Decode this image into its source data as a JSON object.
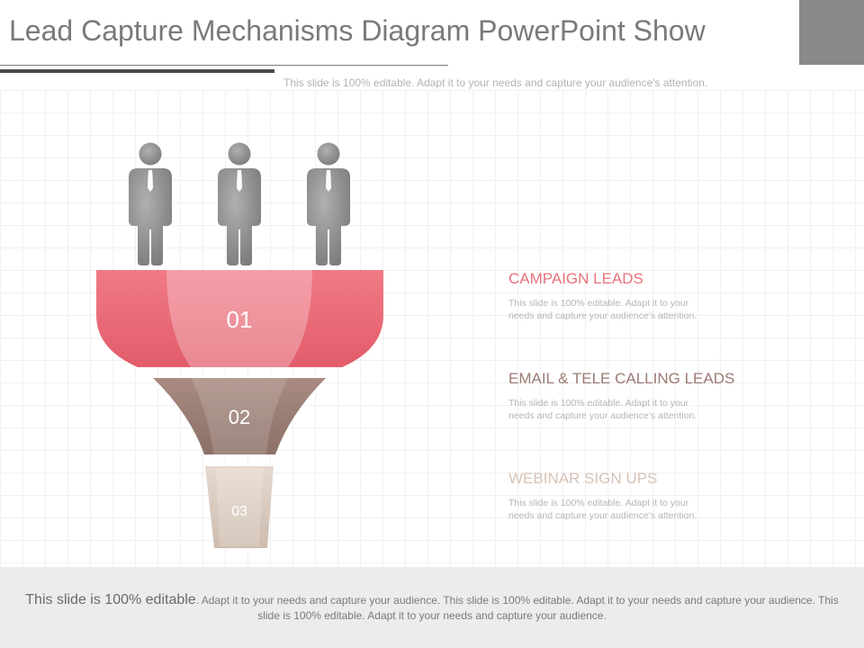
{
  "slide": {
    "title": "Lead Capture Mechanisms Diagram PowerPoint Show",
    "subtitle": "This slide is 100% editable. Adapt it to your needs and capture your audience's attention."
  },
  "colors": {
    "stage1": "#ea6b78",
    "stage2": "#9a7e74",
    "stage3": "#d8c8bc",
    "person": "#8c8c8c"
  },
  "icons": [
    "person-icon",
    "person-icon",
    "person-icon"
  ],
  "funnel": {
    "stages": [
      {
        "number": "01",
        "title": "CAMPAIGN LEADS",
        "title_color": "#e8727c",
        "desc": "This slide is 100% editable. Adapt it to your needs and capture your audience's attention."
      },
      {
        "number": "02",
        "title": "EMAIL & TELE CALLING LEADS",
        "title_color": "#9a7b73",
        "desc": "This slide is 100% editable. Adapt it to your needs and capture your audience's attention."
      },
      {
        "number": "03",
        "title": "WEBINAR SIGN UPS",
        "title_color": "#d6c3b6",
        "desc": "This slide is 100% editable. Adapt it to your needs and capture your audience's attention."
      }
    ]
  },
  "footer": {
    "lead": "This slide is 100% editable",
    "text": ". Adapt it to your needs and capture your audience. This slide is 100% editable. Adapt it to your needs and capture your audience. This slide is 100% editable. Adapt it to your needs and capture your audience."
  }
}
